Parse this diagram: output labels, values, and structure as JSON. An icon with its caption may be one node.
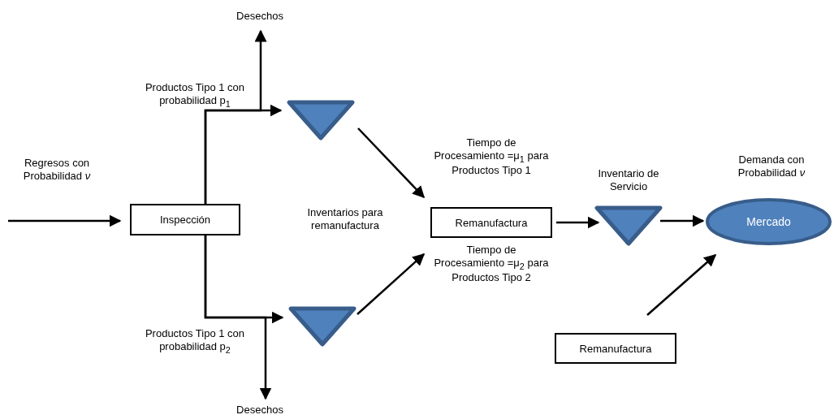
{
  "diagram": {
    "nodes": [
      {
        "text": [
          "Inspección"
        ]
      },
      {
        "text": [],
        "shape": "triangle"
      },
      {
        "text": [],
        "shape": "triangle"
      },
      {
        "text": [
          "Remanufactura"
        ],
        "beside": [
          "Tiempo de Procesamiento =μ$_{1}$ para Productos Tipo 1",
          "Tiempo de Procesamiento =μ$_{2}$ para Productos Tipo 2"
        ]
      },
      {
        "text": [
          "Inventario de Servicio"
        ]
      },
      {
        "text": [
          "Mercado"
        ],
        "beside": [
          "Demanda con Probabilidad *ν*"
        ]
      },
      {
        "text": [
          "Remanufactura"
        ]
      },
      {
        "text": [
          "Desechos"
        ]
      },
      {
        "text": [
          "Desechos"
        ]
      }
    ],
    "edges": [
      {
        "from": null,
        "to": 0,
        "arrow": "to",
        "label": "Regresos con Probabilidad *ν*"
      },
      {
        "from": 0,
        "to": 1,
        "arrow": "to",
        "label": "Productos Tipo 1 con probabilidad p$_{1}$"
      },
      {
        "from": 0,
        "to": 7,
        "arrow": "to"
      },
      {
        "from": 0,
        "to": 2,
        "arrow": "to",
        "label": "Productos Tipo 1 con probabilidad p$_{2}$"
      },
      {
        "from": 0,
        "to": 8,
        "arrow": "to"
      },
      {
        "from": 1,
        "to": 3,
        "arrow": "to"
      },
      {
        "from": 2,
        "to": 3,
        "arrow": "to"
      },
      {
        "from": 3,
        "to": 4,
        "arrow": "to"
      },
      {
        "from": 4,
        "to": 5,
        "arrow": "to"
      },
      {
        "from": 6,
        "to": 5,
        "arrow": "to"
      }
    ],
    "labels": [
      "Inventarios para remanufactura"
    ]
  }
}
